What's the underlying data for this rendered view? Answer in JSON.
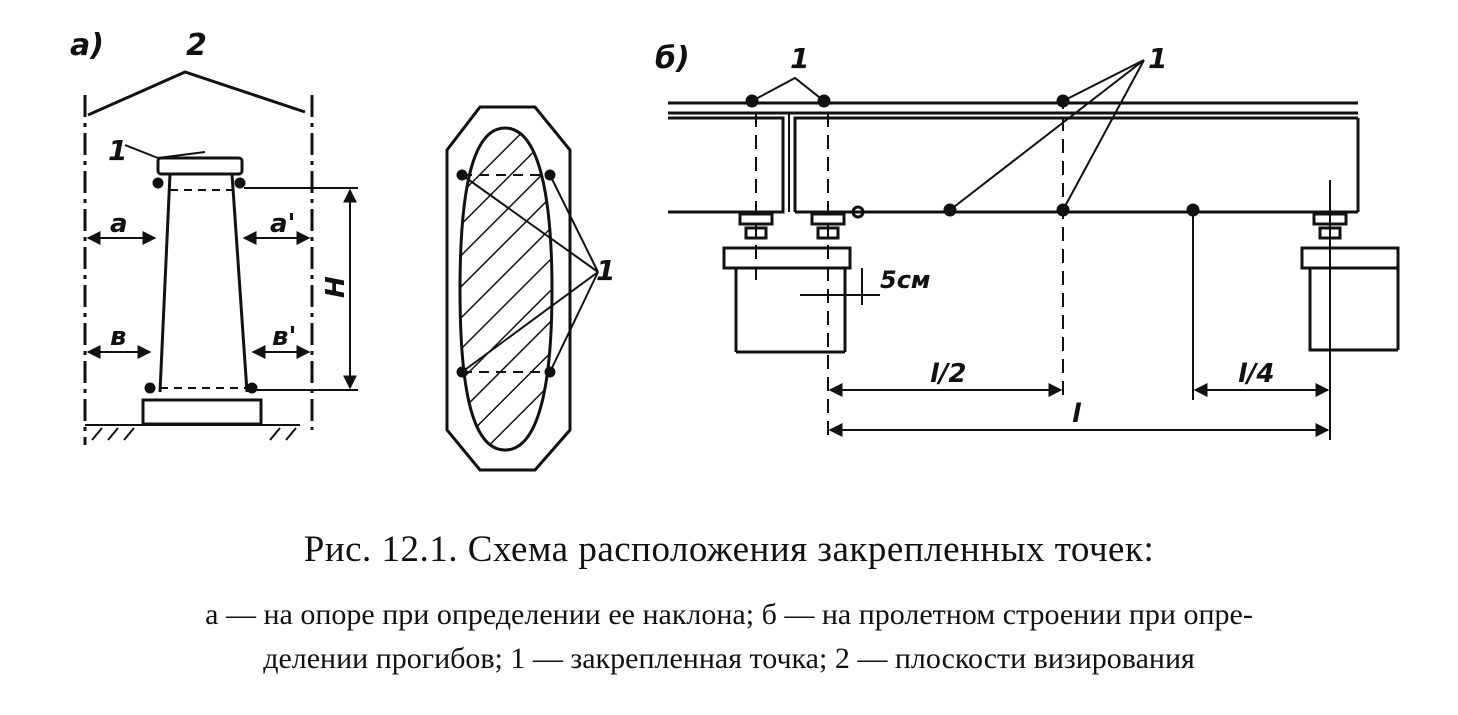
{
  "panel_a": {
    "label": "а)",
    "plane_label": "2",
    "point_label": "1",
    "dim_a": "а",
    "dim_a_prime": "а'",
    "dim_b": "в",
    "dim_b_prime": "в'",
    "dim_height": "H"
  },
  "section": {
    "point_label": "1"
  },
  "panel_b": {
    "label": "б)",
    "point_label_left": "1",
    "point_label_right": "1",
    "dim_offset": "5см",
    "dim_half": "l/2",
    "dim_quarter": "l/4",
    "dim_span": "l"
  },
  "caption": {
    "title": "Рис. 12.1. Схема расположения закрепленных точек:",
    "line1": "а — на опоре при определении ее наклона; б — на пролетном строении при опре-",
    "line2": "делении прогибов; 1 — закрепленная точка; 2 — плоскости визирования"
  }
}
